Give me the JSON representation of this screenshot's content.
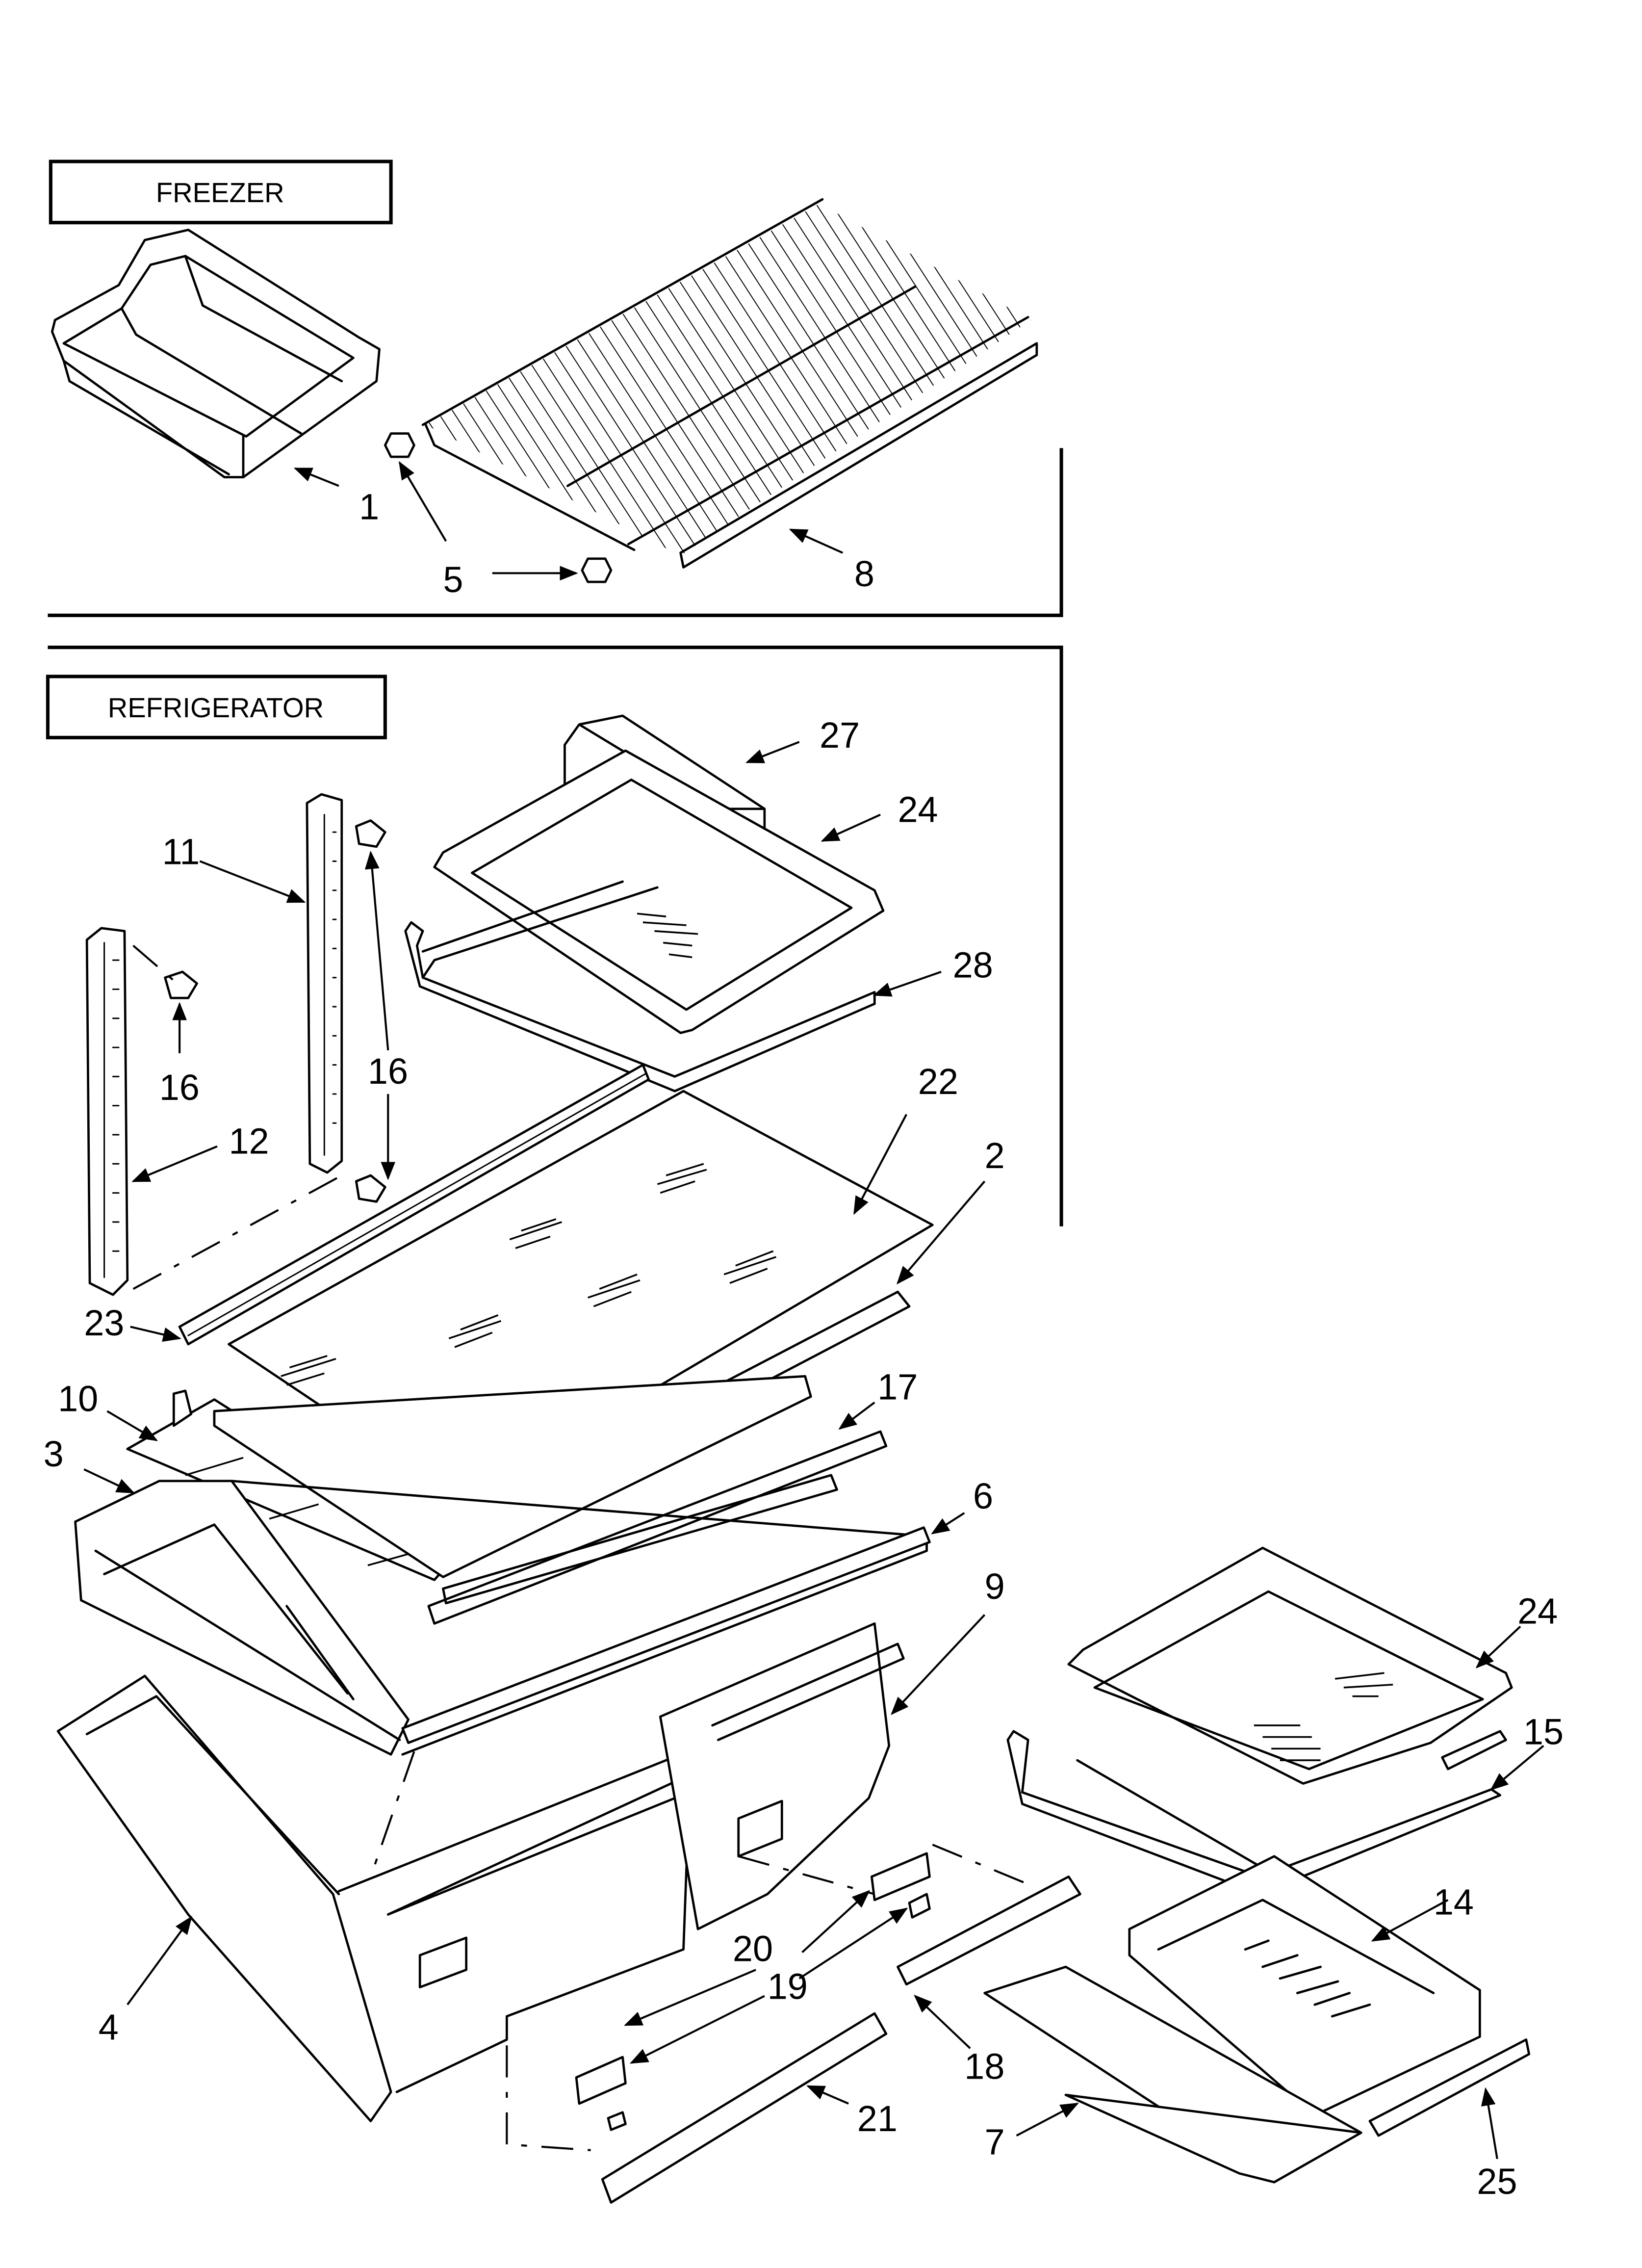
{
  "sections": {
    "freezer": "FREEZER",
    "refrigerator": "REFRIGERATOR"
  },
  "callouts": {
    "c1": "1",
    "c5": "5",
    "c8": "8",
    "c27": "27",
    "c24a": "24",
    "c28": "28",
    "c11": "11",
    "c16a": "16",
    "c16b": "16",
    "c12": "12",
    "c22": "22",
    "c2": "2",
    "c23": "23",
    "c10": "10",
    "c3": "3",
    "c17": "17",
    "c6": "6",
    "c9": "9",
    "c4": "4",
    "c24b": "24",
    "c15": "15",
    "c14": "14",
    "c20": "20",
    "c19": "19",
    "c18": "18",
    "c21": "21",
    "c7": "7",
    "c25": "25"
  }
}
